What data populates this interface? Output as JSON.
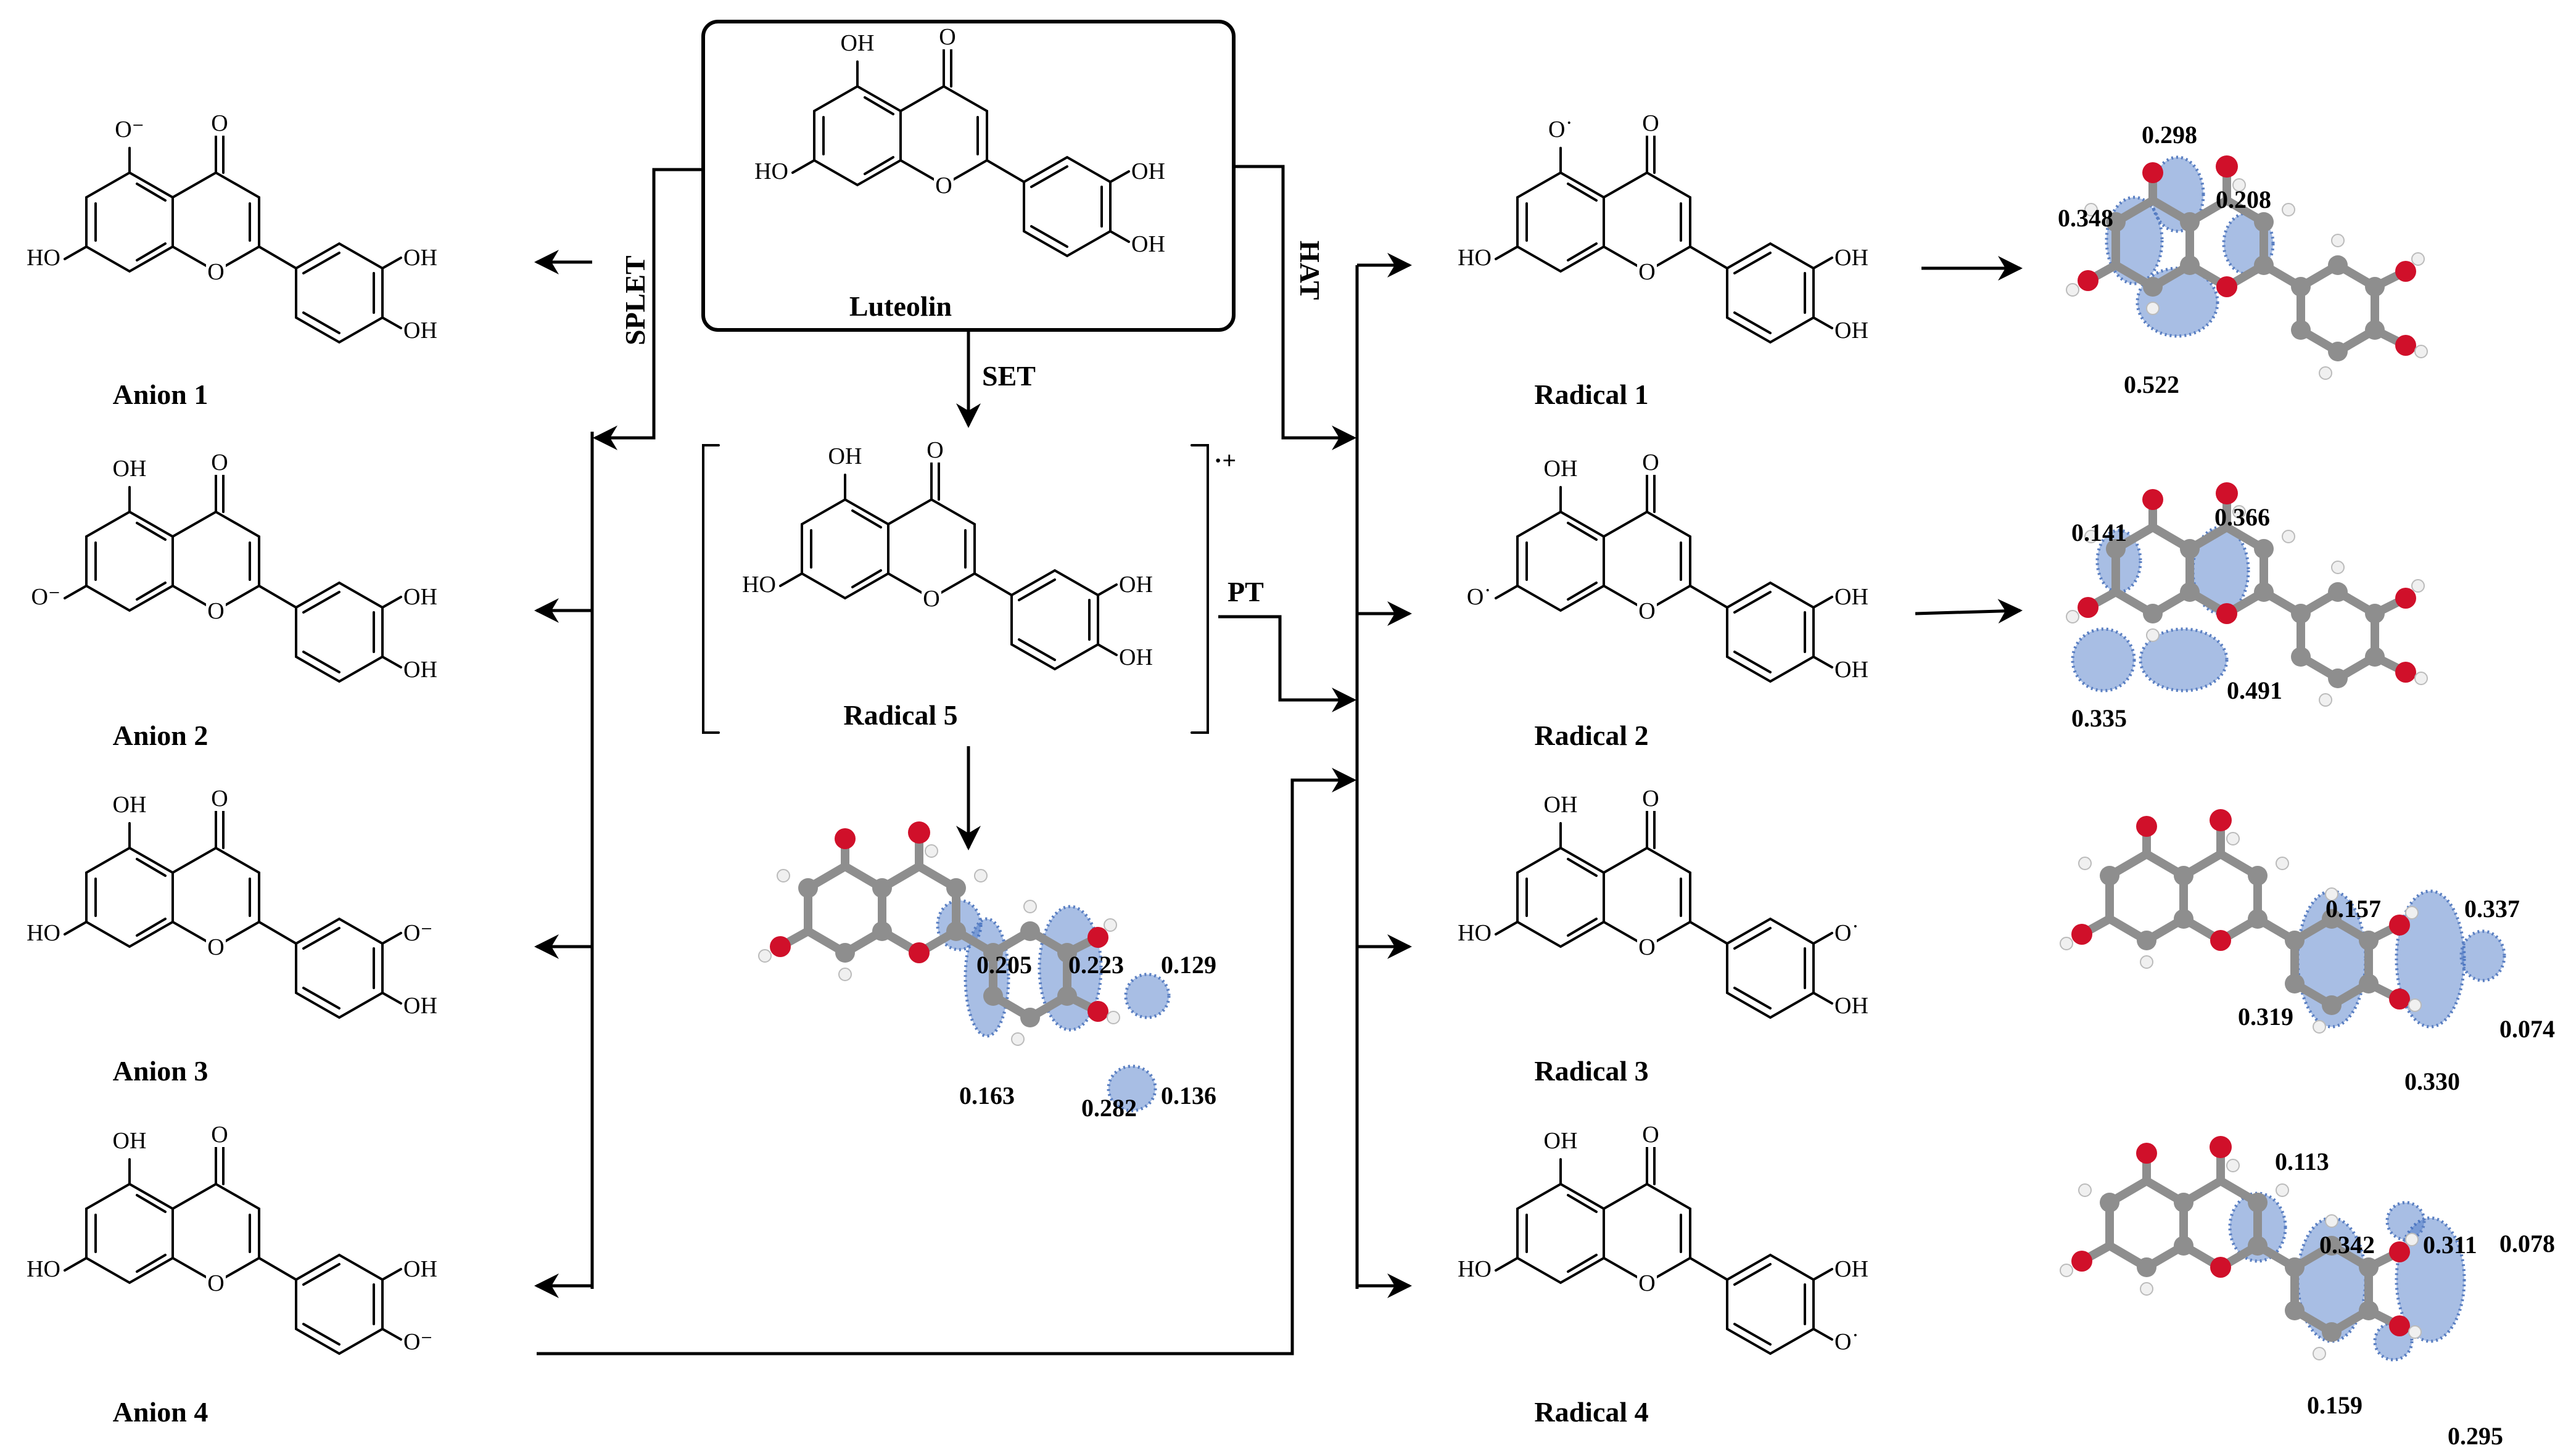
{
  "start_label": "Luteolin",
  "pathways": [
    "SPLET",
    "SET",
    "HAT",
    "PT"
  ],
  "anions": [
    "Anion 1",
    "Anion 2",
    "Anion 3",
    "Anion 4"
  ],
  "radicals": [
    "Radical 1",
    "Radical 2",
    "Radical 3",
    "Radical 4"
  ],
  "cation_radical": "Radical 5",
  "charge_mark": "·+",
  "atom_labels": {
    "oh": "OH",
    "ho": "HO",
    "o": "O",
    "o_minus": "O⁻",
    "o_dot": "O˙"
  },
  "spin_densities": {
    "radical5": [
      "0.205",
      "0.223",
      "0.129",
      "0.163",
      "0.282",
      "0.136"
    ],
    "radical1": [
      "0.298",
      "0.348",
      "0.208",
      "0.522"
    ],
    "radical2": [
      "0.141",
      "0.366",
      "0.335",
      "0.491"
    ],
    "radical3": [
      "0.157",
      "0.337",
      "0.319",
      "0.074",
      "0.330"
    ],
    "radical4": [
      "0.113",
      "0.342",
      "0.311",
      "0.078",
      "0.159",
      "0.295"
    ]
  },
  "colors": {
    "spin_cloud": "#3f6fc4",
    "oxygen_atom": "#d0102a",
    "carbon_atom": "#8e8e8e",
    "spin_carbon": "#39b07a",
    "hydrogen_atom": "#f2f2f2"
  }
}
